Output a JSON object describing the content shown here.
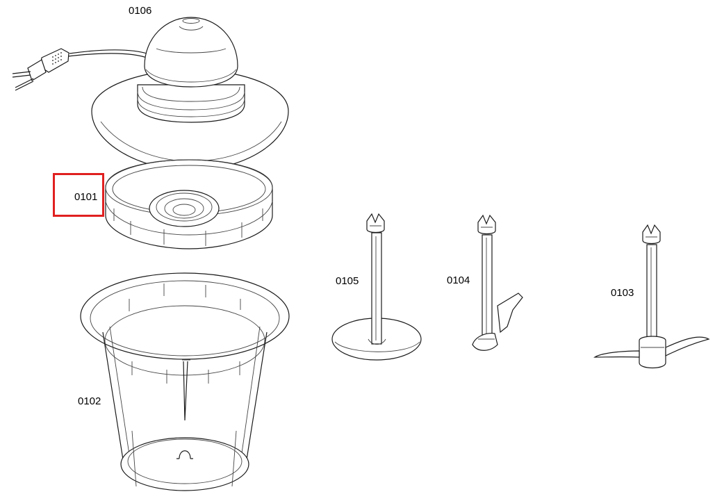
{
  "labels": {
    "motor_unit": "0106",
    "lid": "0101",
    "bowl": "0102",
    "disc_attachment": "0105",
    "whisk_attachment": "0104",
    "blade_attachment": "0103"
  },
  "highlight": {
    "target": "0101",
    "color": "#e02020"
  }
}
